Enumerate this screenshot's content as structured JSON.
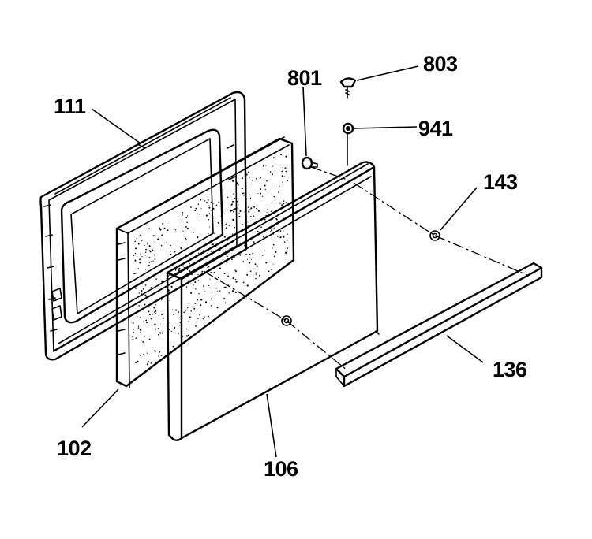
{
  "parts": [
    {
      "id": "frame",
      "label": "111"
    },
    {
      "id": "insulation-pack",
      "label": "102"
    },
    {
      "id": "door-panel",
      "label": "106"
    },
    {
      "id": "handle-trim",
      "label": "136"
    },
    {
      "id": "clip-right",
      "label": "143"
    },
    {
      "id": "bumper",
      "label": "801"
    },
    {
      "id": "screw",
      "label": "803"
    },
    {
      "id": "nut",
      "label": "941"
    }
  ]
}
